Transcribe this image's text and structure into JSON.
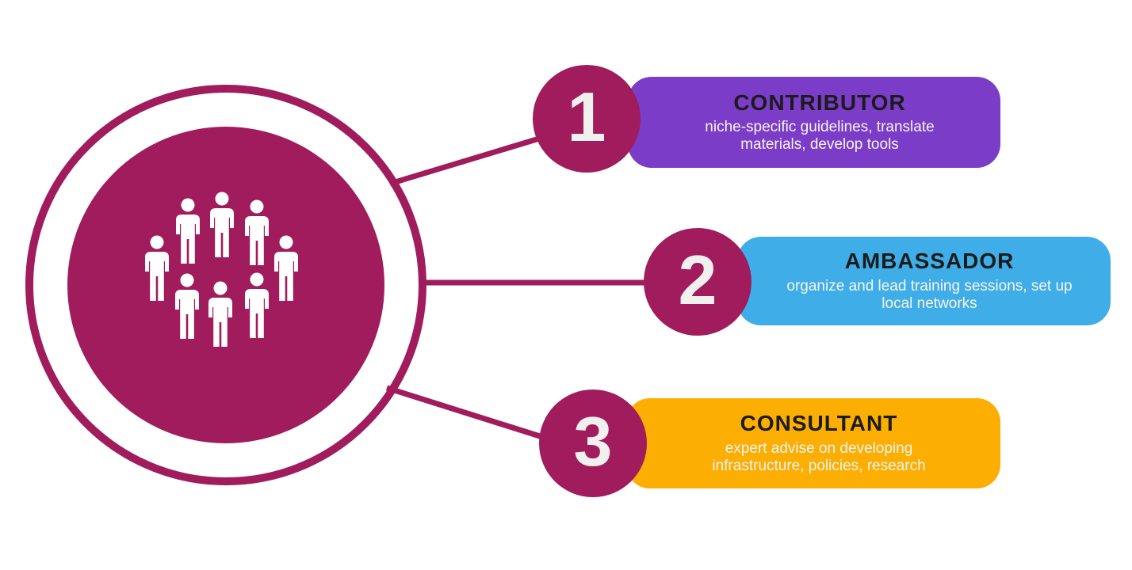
{
  "diagram": {
    "background_color": "#FFFFFF",
    "center": {
      "icon": "people-group-icon",
      "people_count": 8,
      "fill_color": "#A01C5C",
      "ring_color": "#A01C5C",
      "icon_color": "#FFFFFF"
    },
    "connector_color": "#A01C5C",
    "items": [
      {
        "number": "1",
        "title": "CONTRIBUTOR",
        "description": "niche-specific guidelines, translate materials, develop tools",
        "accent_color": "#7B3DC8",
        "badge_color": "#A01C5C",
        "title_color": "#1B1B1B",
        "description_color": "#F7F5F3"
      },
      {
        "number": "2",
        "title": "AMBASSADOR",
        "description": "organize and lead training sessions, set up local networks",
        "accent_color": "#3FAEE8",
        "badge_color": "#A01C5C",
        "title_color": "#1B1B1B",
        "description_color": "#F7F5F3"
      },
      {
        "number": "3",
        "title": "CONSULTANT",
        "description": "expert advise on developing infrastructure, policies, research",
        "accent_color": "#FCAE03",
        "badge_color": "#A01C5C",
        "title_color": "#1B1B1B",
        "description_color": "#F7F5F3"
      }
    ]
  }
}
